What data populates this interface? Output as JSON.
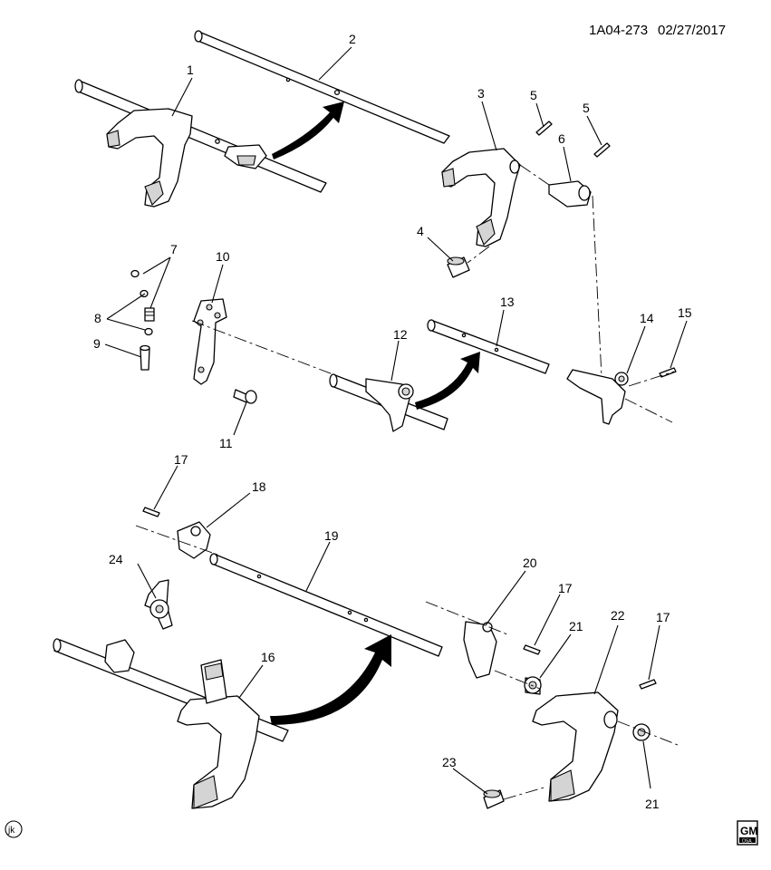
{
  "header": {
    "code": "1A04-273",
    "date": "02/27/2017"
  },
  "footer": {
    "initials": "jk",
    "logo_text": "GM",
    "logo_subtext": "OSA"
  },
  "callouts": {
    "c1": "1",
    "c2": "2",
    "c3": "3",
    "c4": "4",
    "c5a": "5",
    "c5b": "5",
    "c6": "6",
    "c7": "7",
    "c8": "8",
    "c9": "9",
    "c10": "10",
    "c11": "11",
    "c12": "12",
    "c13": "13",
    "c14": "14",
    "c15": "15",
    "c16": "16",
    "c17a": "17",
    "c17b": "17",
    "c17c": "17",
    "c18": "18",
    "c19": "19",
    "c20": "20",
    "c21a": "21",
    "c21b": "21",
    "c22": "22",
    "c23": "23",
    "c24": "24"
  },
  "colors": {
    "line": "#000000",
    "shade": "#d4d4d4",
    "background": "#ffffff"
  }
}
